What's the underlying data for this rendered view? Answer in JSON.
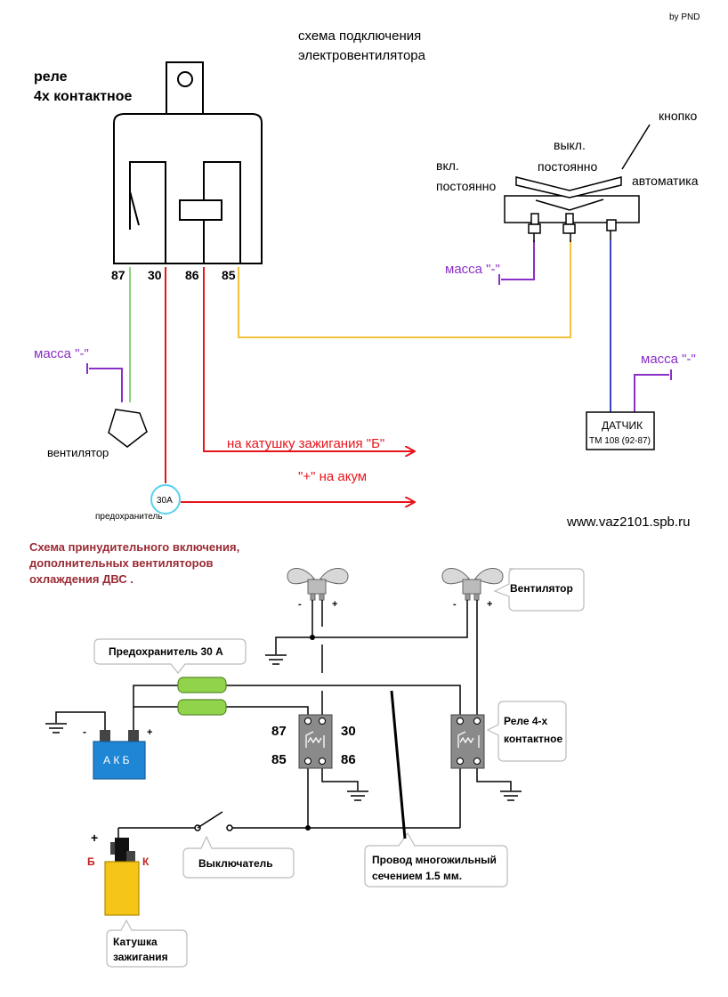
{
  "top": {
    "credit": "by PND",
    "title_line1": "схема подключения",
    "title_line2": "электровентилятора",
    "relay_title_line1": "реле",
    "relay_title_line2": "4х контактное",
    "pins": {
      "p87": "87",
      "p30": "30",
      "p86": "86",
      "p85": "85"
    },
    "switch_on_line1": "вкл.",
    "switch_on_line2": "постоянно",
    "switch_off_line1": "выкл.",
    "switch_off_line2": "постоянно",
    "switch_button": "кнопко",
    "switch_auto": "автоматика",
    "ground_right": "масса \"-\"",
    "ground_left": "масса \"-\"",
    "ground_sensor": "масса \"-\"",
    "fan_label": "вентилятор",
    "ignition_label": "на катушку зажигания \"Б\"",
    "battery_label": "\"+\" на акум",
    "fuse_value": "30А",
    "fuse_label": "предохранитель",
    "sensor_line1": "ДАТЧИК",
    "sensor_line2": "ТМ 108 (92-87)",
    "website": "www.vaz2101.spb.ru"
  },
  "bottom": {
    "heading_line1": "Схема принудительного включения,",
    "heading_line2": "дополнительных вентиляторов",
    "heading_line3": "охлаждения ДВС .",
    "fan_callout": "Вентилятор",
    "fuse_callout": "Предохранитель 30 А",
    "relay_callout_line1": "Реле 4-х",
    "relay_callout_line2": "контактное",
    "switch_callout": "Выключатель",
    "wire_callout_line1": "Провод многожильный",
    "wire_callout_line2": "сечением 1.5 мм.",
    "coil_callout_line1": "Катушка",
    "coil_callout_line2": "зажигания",
    "battery_text": "А К Б",
    "minus": "-",
    "plus": "+",
    "coil_b": "Б",
    "coil_k": "К",
    "pins": {
      "p87": "87",
      "p30": "30",
      "p85": "85",
      "p86": "86"
    }
  },
  "colors": {
    "red_wire": "#e8141b",
    "green_wire": "#8fd27e",
    "yellow_wire": "#f4c13a",
    "purple_wire": "#8a2fc8",
    "blue_wire": "#3c45c4",
    "fuse_ring": "#58d0f0",
    "battery": "#1f86d6",
    "fuse_green": "#8fd44a",
    "coil_yellow": "#f5c518",
    "heading_color": "#9a2a33"
  }
}
